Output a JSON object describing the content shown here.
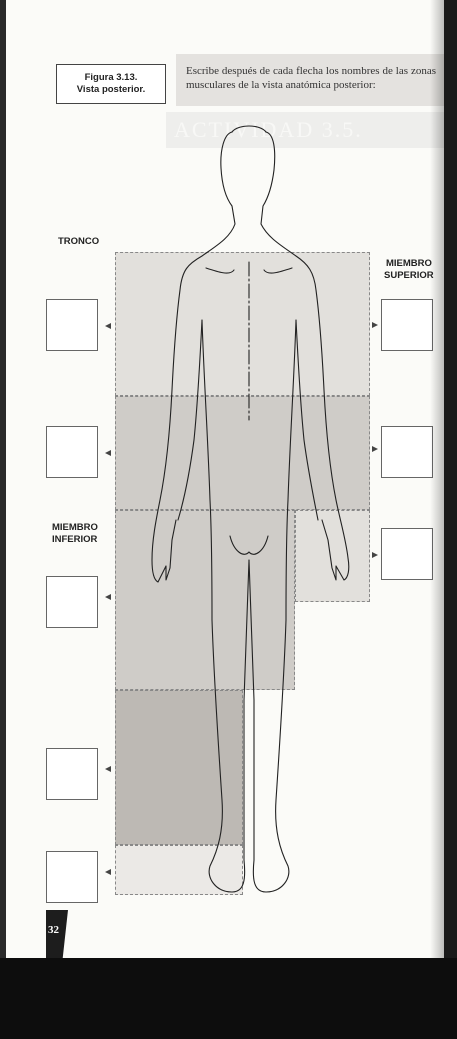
{
  "figure": {
    "number": "Figura 3.13.",
    "caption": "Vista posterior."
  },
  "instruction": "Escribe después de cada flecha los nombres de las zonas musculares de la vista anatómica posterior:",
  "background_heading": "ACTIVIDAD 3.5.",
  "labels": {
    "tronco": "TRONCO",
    "miembro_superior_line1": "MIEMBRO",
    "miembro_superior_line2": "SUPERIOR",
    "miembro_inferior_line1": "MIEMBRO",
    "miembro_inferior_line2": "INFERIOR"
  },
  "page_number": "32",
  "colors": {
    "zone_light": "#e2e0dc",
    "zone_medium": "#cfccc8",
    "zone_dark": "#bdb9b4",
    "zone_foot": "#ebe9e6"
  }
}
